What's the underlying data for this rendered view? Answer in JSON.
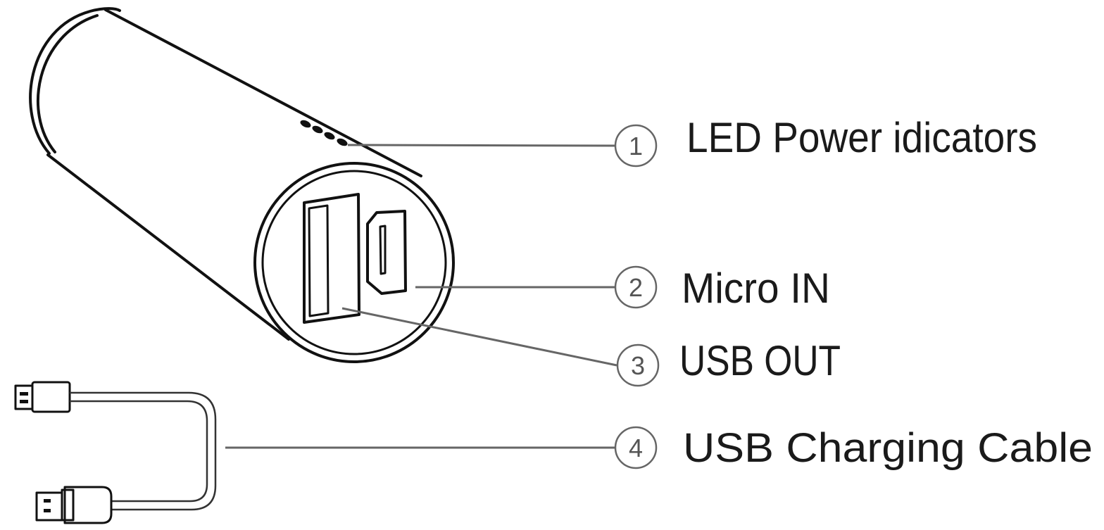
{
  "callouts": [
    {
      "number": "1",
      "label": "LED Power idicators"
    },
    {
      "number": "2",
      "label": "Micro IN"
    },
    {
      "number": "3",
      "label": "USB OUT"
    },
    {
      "number": "4",
      "label": "USB Charging Cable"
    }
  ],
  "colors": {
    "line": "#111111",
    "leader": "#666666",
    "text": "#1a1a1a"
  }
}
